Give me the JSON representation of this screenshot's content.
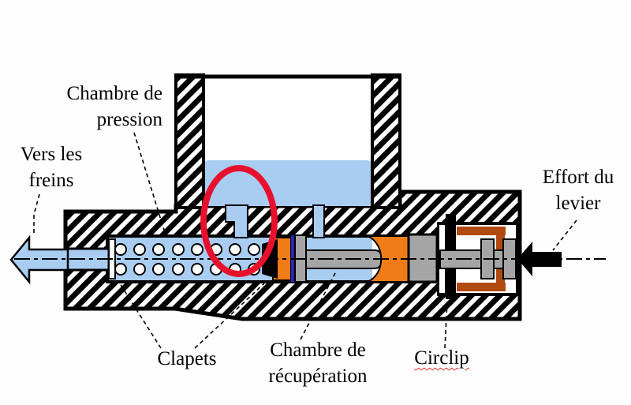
{
  "labels": {
    "chambre_pression": {
      "line1": "Chambre de",
      "line2": "pression"
    },
    "vers_freins": {
      "line1": "Vers les",
      "line2": "freins"
    },
    "effort_levier": {
      "line1": "Effort du",
      "line2": "levier"
    },
    "clapets": {
      "text": "Clapets"
    },
    "chambre_recuperation": {
      "line1": "Chambre de",
      "line2": "récupération"
    },
    "circlip": {
      "text": "Circlip"
    }
  },
  "colors": {
    "fluid_blue": "#a9cdf1",
    "seal_orange": "#ef7c17",
    "piston_gray": "#a5a5a5",
    "clip_brown": "#b04a10",
    "seal_ring_navy": "#2626b8",
    "highlight_red": "#e8112d",
    "outline_black": "#000000"
  },
  "icons": {
    "output_flow_arrow": "left-arrow (fluid to brakes)",
    "input_force_arrow": "left-arrow (lever force input)",
    "highlight_ellipse": "red ellipse marker around compensation port"
  }
}
